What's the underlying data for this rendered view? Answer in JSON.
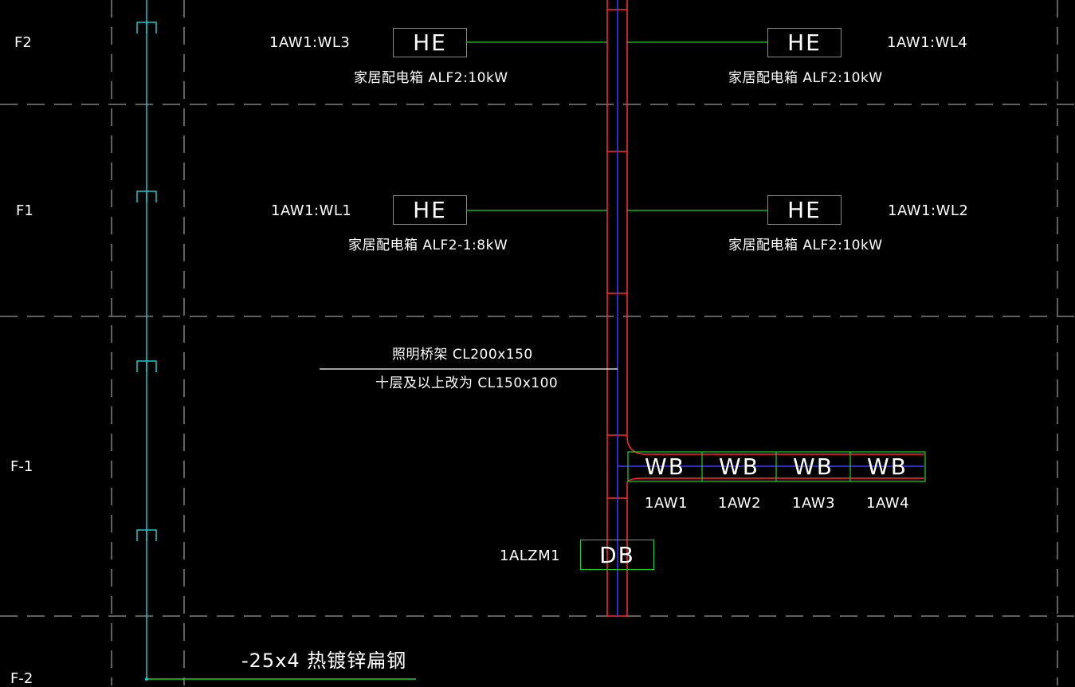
{
  "levels": [
    "F2",
    "F1",
    "F-1",
    "F-2"
  ],
  "f2": {
    "left_circuit": "1AW1:WL3",
    "right_circuit": "1AW1:WL4",
    "left_box": "HE",
    "right_box": "HE",
    "left_desc": "家居配电箱 ALF2:10kW",
    "right_desc": "家居配电箱 ALF2:10kW"
  },
  "f1": {
    "left_circuit": "1AW1:WL1",
    "right_circuit": "1AW1:WL2",
    "left_box": "HE",
    "right_box": "HE",
    "left_desc": "家居配电箱 ALF2-1:8kW",
    "right_desc": "家居配电箱 ALF2:10kW"
  },
  "tray": {
    "line1": "照明桥架 CL200x150",
    "line2": "十层及以上改为 CL150x100"
  },
  "wb_panels": [
    {
      "box": "WB",
      "label": "1AW1"
    },
    {
      "box": "WB",
      "label": "1AW2"
    },
    {
      "box": "WB",
      "label": "1AW3"
    },
    {
      "box": "WB",
      "label": "1AW4"
    }
  ],
  "db": {
    "box": "DB",
    "label": "1ALZM1"
  },
  "ground": {
    "label": "-25x4 热镀锌扁钢"
  },
  "colors": {
    "background": "#000000",
    "box_green": "#1ed41e",
    "riser_red": "#ff2a2a",
    "riser_blue": "#3a3aff",
    "ground_cyan": "#18c8c8",
    "grid_white": "#ffffff"
  }
}
